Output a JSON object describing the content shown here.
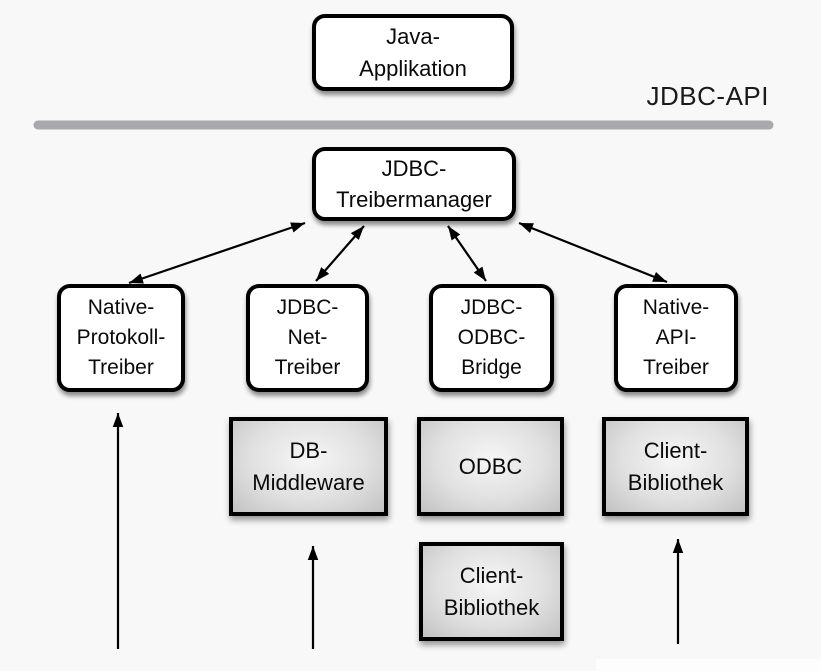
{
  "diagram": {
    "api_label": "JDBC-API",
    "nodes": {
      "java_app": {
        "label": "Java-\nApplikation"
      },
      "driver_manager": {
        "label": "JDBC-\nTreibermanager"
      },
      "native_protokoll": {
        "label": "Native-\nProtokoll-\nTreiber"
      },
      "jdbc_net": {
        "label": "JDBC-\nNet-\nTreiber"
      },
      "jdbc_odbc": {
        "label": "JDBC-\nODBC-\nBridge"
      },
      "native_api": {
        "label": "Native-\nAPI-\nTreiber"
      },
      "db_middleware": {
        "label": "DB-\nMiddleware"
      },
      "odbc": {
        "label": "ODBC"
      },
      "client_lib_right": {
        "label": "Client-\nBibliothek"
      },
      "client_lib_bottom": {
        "label": "Client-\nBibliothek"
      }
    },
    "edges": [
      {
        "from": "driver_manager",
        "to": "native_protokoll",
        "type": "double-arrow"
      },
      {
        "from": "driver_manager",
        "to": "jdbc_net",
        "type": "double-arrow"
      },
      {
        "from": "driver_manager",
        "to": "jdbc_odbc",
        "type": "double-arrow"
      },
      {
        "from": "driver_manager",
        "to": "native_api",
        "type": "double-arrow"
      },
      {
        "from": "bottom",
        "to": "native_protokoll",
        "type": "up-arrow"
      },
      {
        "from": "bottom",
        "to": "db_middleware",
        "type": "up-arrow"
      },
      {
        "from": "bottom",
        "to": "client_lib_right",
        "type": "up-arrow"
      }
    ],
    "colors": {
      "background": "#f8f8f8",
      "box_fill_white": "#ffffff",
      "box_border": "#000000",
      "gray_box_light": "#f6f6f6",
      "gray_box_dark": "#c2c2c2",
      "divider_line": "#a9a9ad",
      "arrow": "#000000",
      "text": "#0a0a0a"
    }
  }
}
